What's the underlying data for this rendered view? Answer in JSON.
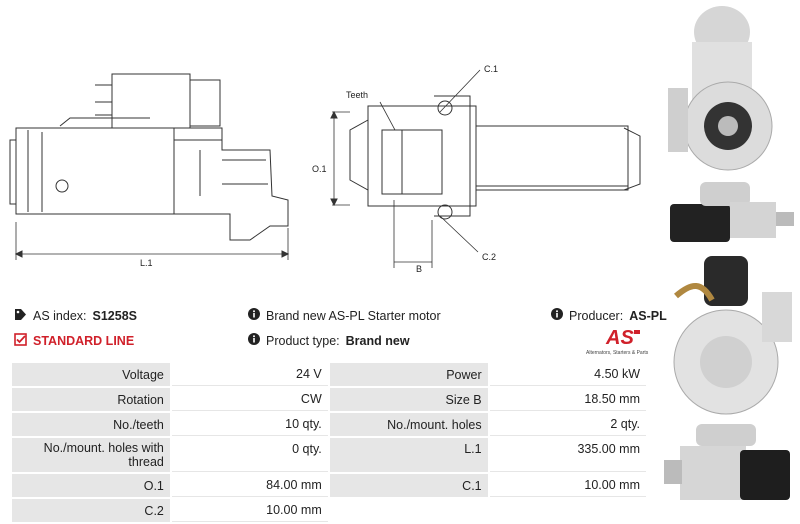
{
  "drawing": {
    "dim_L1": "L.1",
    "dim_O1": "O.1",
    "dim_B": "B",
    "dim_C1": "C.1",
    "dim_C2": "C.2",
    "teeth": "Teeth"
  },
  "info": {
    "index_label": "AS index:",
    "index_value": "S1258S",
    "line": "STANDARD LINE",
    "desc": "Brand new AS-PL Starter motor",
    "ptype_label": "Product type:",
    "ptype_value": "Brand new",
    "producer_label": "Producer:",
    "producer_value": "AS-PL"
  },
  "logo": {
    "mark": "AS",
    "tagline": "Alternators, Starters & Parts"
  },
  "specs": [
    {
      "l1": "Voltage",
      "v1": "24 V",
      "l2": "Power",
      "v2": "4.50 kW"
    },
    {
      "l1": "Rotation",
      "v1": "CW",
      "l2": "Size B",
      "v2": "18.50 mm"
    },
    {
      "l1": "No./teeth",
      "v1": "10 qty.",
      "l2": "No./mount. holes",
      "v2": "2 qty."
    },
    {
      "l1": "No./mount. holes with thread",
      "v1": "0 qty.",
      "l2": "L.1",
      "v2": "335.00 mm"
    },
    {
      "l1": "O.1",
      "v1": "84.00 mm",
      "l2": "C.1",
      "v2": "10.00 mm"
    },
    {
      "l1": "C.2",
      "v1": "10.00 mm",
      "l2": "",
      "v2": ""
    }
  ],
  "colors": {
    "accent": "#d0202a",
    "label_bg": "#e6e6e6"
  }
}
